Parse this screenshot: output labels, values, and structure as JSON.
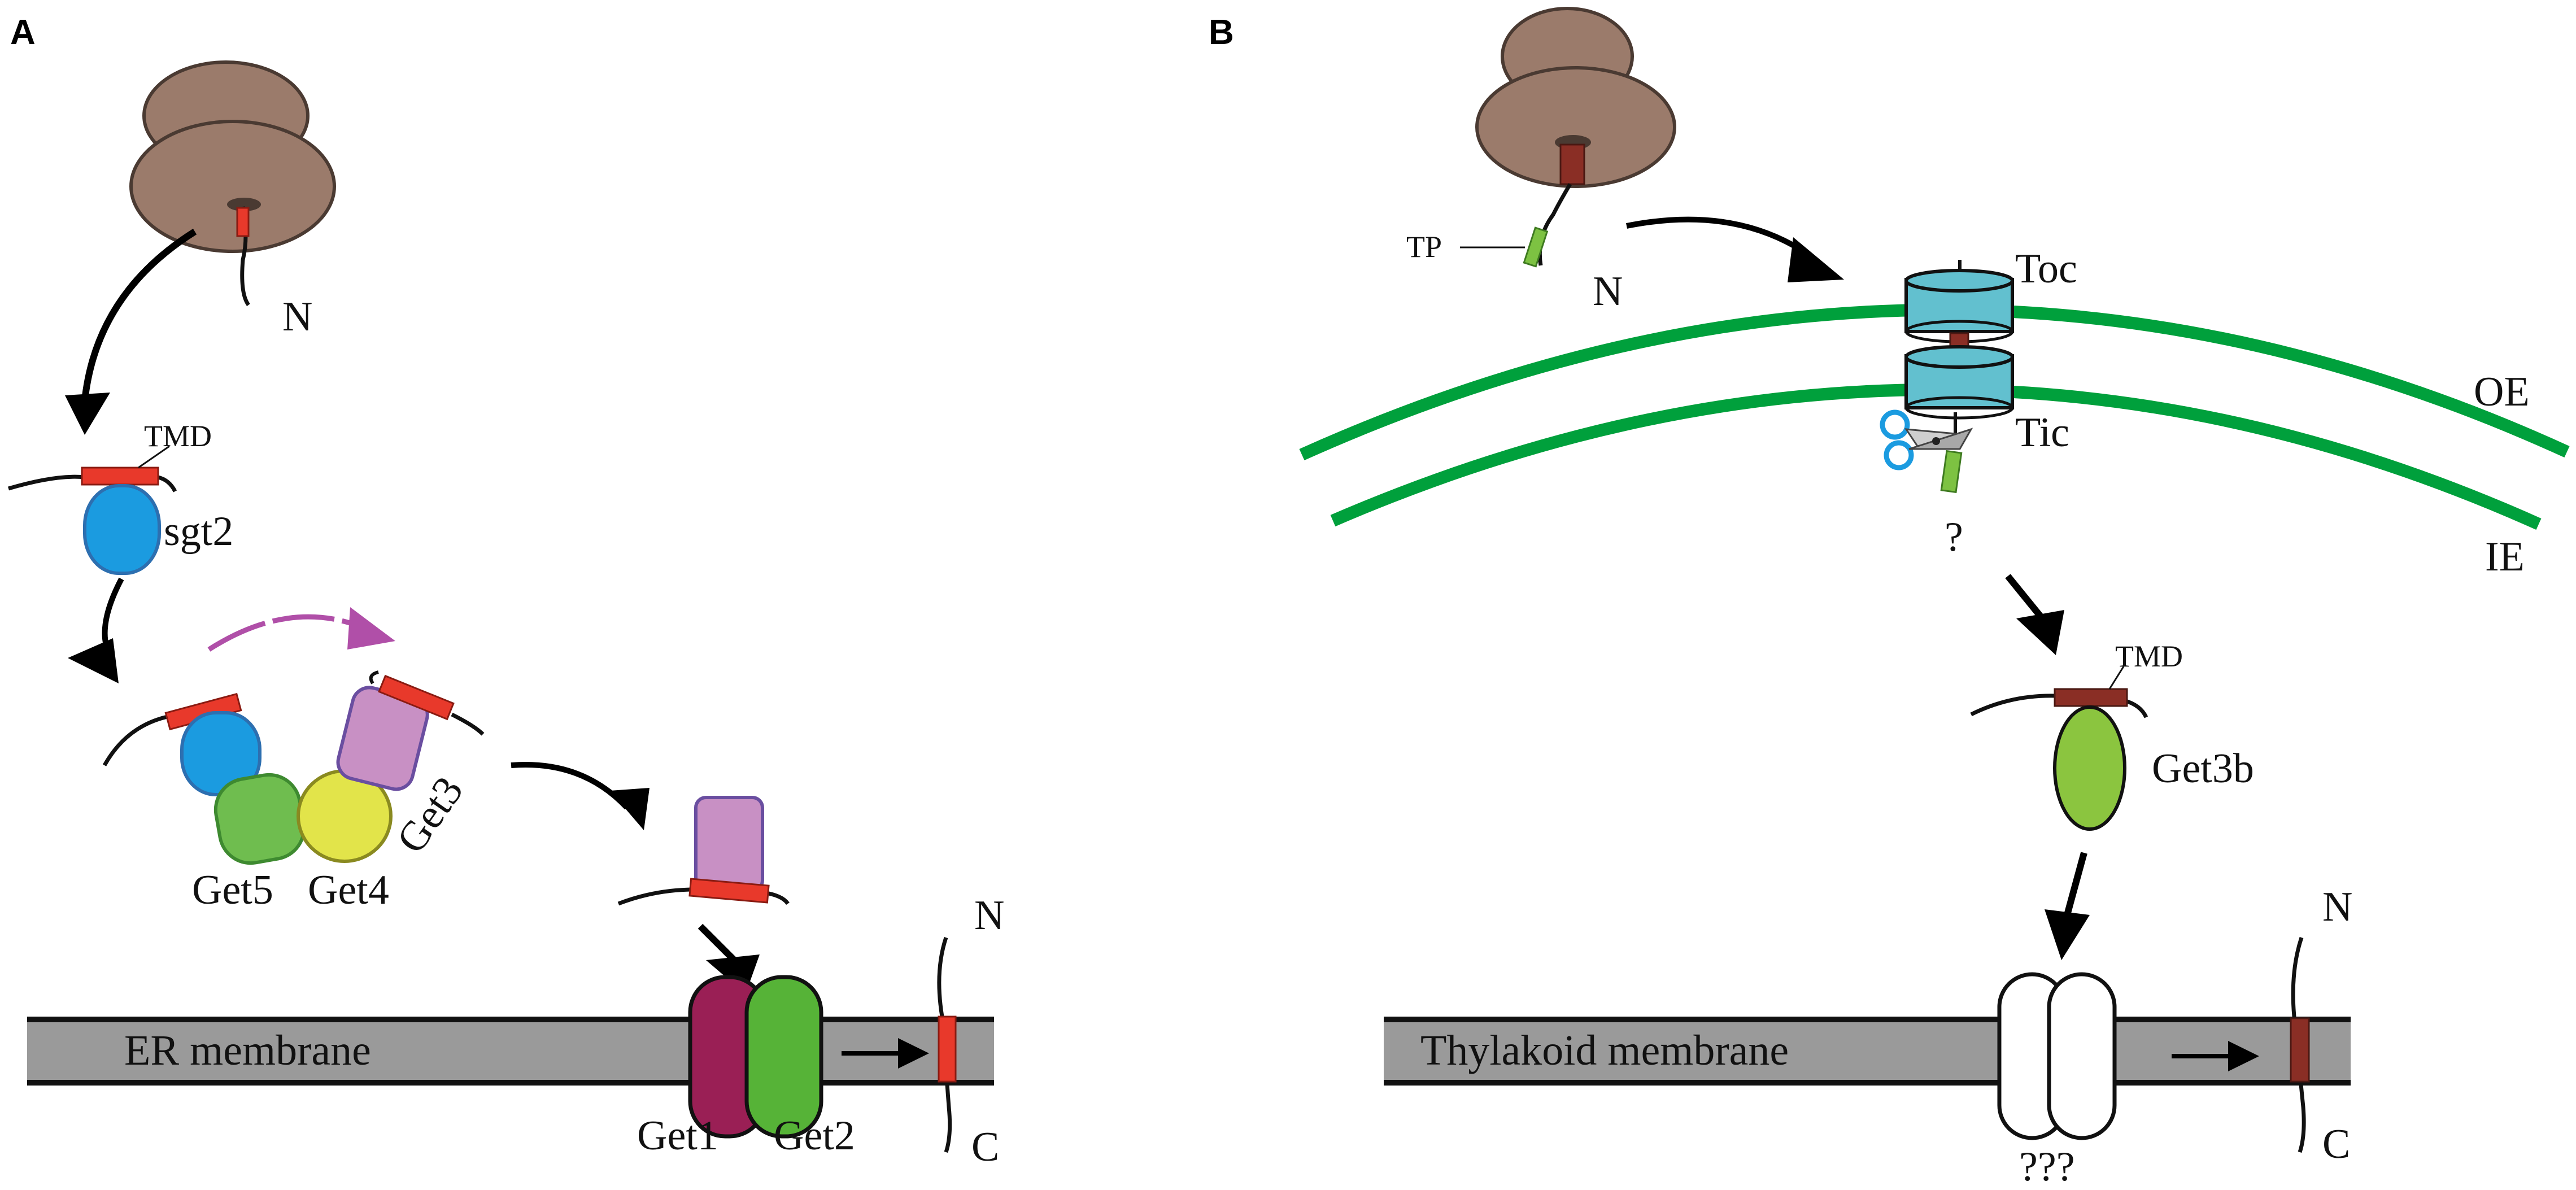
{
  "panels": {
    "a": {
      "letter": "A",
      "labels": {
        "n_top": "N",
        "tmd": "TMD",
        "sgt2": "sgt2",
        "get3": "Get3",
        "get5": "Get5",
        "get4": "Get4",
        "membrane": "ER membrane",
        "get1": "Get1",
        "get2": "Get2",
        "n_mem": "N",
        "c_mem": "C"
      }
    },
    "b": {
      "letter": "B",
      "labels": {
        "tp": "TP",
        "n_top": "N",
        "toc": "Toc",
        "tic": "Tic",
        "oe": "OE",
        "ie": "IE",
        "question": "?",
        "tmd": "TMD",
        "get3b": "Get3b",
        "membrane": "Thylakoid membrane",
        "unknown": "???",
        "n_mem": "N",
        "c_mem": "C"
      }
    }
  },
  "colors": {
    "ribosome": "#9b7b6b",
    "ribosome_stroke": "#4a3a32",
    "tmd_red": "#e8392b",
    "tmd_brown": "#8a2e25",
    "sgt2_blue": "#1b9be0",
    "get3_pink": "#c890c4",
    "get5_green": "#6fbd4f",
    "get4_yellow": "#e2e44a",
    "get1_maroon": "#9a1f55",
    "get2_green": "#56b337",
    "membrane_gray": "#9a9a9a",
    "envelope_green": "#00a03c",
    "toc_tic_cyan": "#62c0cf",
    "tp_green": "#7dc242",
    "get3b_green": "#8bc53f",
    "transfer_arrow": "#b04fa8"
  }
}
